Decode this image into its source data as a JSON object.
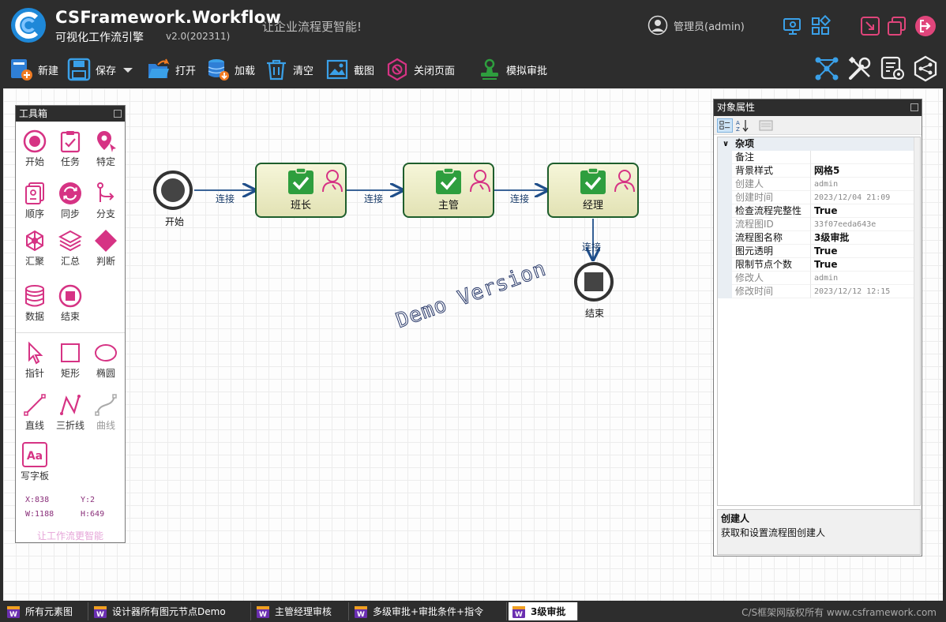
{
  "app": {
    "title": "CSFramework.Workflow",
    "subtitle": "可视化工作流引擎",
    "version": "v2.0(202311)",
    "slogan": "让企业流程更智能!",
    "user": "管理员(admin)"
  },
  "header_icons": [
    "network-settings-icon",
    "apps-grid-icon",
    "exit-fullscreen-icon",
    "window-restore-icon",
    "logout-icon"
  ],
  "toolbar": {
    "new": "新建",
    "save": "保存",
    "open": "打开",
    "load": "加载",
    "clear": "清空",
    "screenshot": "截图",
    "close_page": "关闭页面",
    "simulate": "模拟审批"
  },
  "right_tools": [
    "workflow-network-icon",
    "tools-icon",
    "form-settings-icon",
    "hexagon-network-icon"
  ],
  "toolbox": {
    "title": "工具箱",
    "items": {
      "start": "开始",
      "task": "任务",
      "specific": "特定",
      "sequence": "顺序",
      "sync": "同步",
      "branch": "分支",
      "merge": "汇聚",
      "summary": "汇总",
      "decision": "判断",
      "data": "数据",
      "end": "结束",
      "pointer": "指针",
      "rect": "矩形",
      "ellipse": "椭圆",
      "line": "直线",
      "polyline": "三折线",
      "curve": "曲线",
      "textpad": "写字板"
    },
    "coords": {
      "x": "X:838",
      "y": "Y:2",
      "w": "W:1188",
      "h": "H:649"
    },
    "slogan": "让工作流更智能"
  },
  "flow": {
    "start_label": "开始",
    "end_label": "结束",
    "nodes": [
      "班长",
      "主管",
      "经理"
    ],
    "edge_label": "连接",
    "watermark": "Demo Version"
  },
  "properties": {
    "title": "对象属性",
    "category": "杂项",
    "rows": [
      {
        "name": "备注",
        "value": "",
        "ro": false,
        "bold": false
      },
      {
        "name": "背景样式",
        "value": "网格5",
        "ro": false,
        "bold": true
      },
      {
        "name": "创建人",
        "value": "admin",
        "ro": true,
        "bold": false
      },
      {
        "name": "创建时间",
        "value": "2023/12/04 21:09",
        "ro": true,
        "bold": false
      },
      {
        "name": "检查流程完整性",
        "value": "True",
        "ro": false,
        "bold": true
      },
      {
        "name": "流程图ID",
        "value": "33f07eeda643e",
        "ro": true,
        "bold": false
      },
      {
        "name": "流程图名称",
        "value": "3级审批",
        "ro": false,
        "bold": true
      },
      {
        "name": "图元透明",
        "value": "True",
        "ro": false,
        "bold": true
      },
      {
        "name": "限制节点个数",
        "value": "True",
        "ro": false,
        "bold": true
      },
      {
        "name": "修改人",
        "value": "admin",
        "ro": true,
        "bold": false
      },
      {
        "name": "修改时间",
        "value": "2023/12/12 12:15",
        "ro": true,
        "bold": false
      }
    ],
    "desc_title": "创建人",
    "desc_text": "获取和设置流程图创建人"
  },
  "tabs": [
    "所有元素图",
    "设计器所有图元节点Demo",
    "主管经理审核",
    "多级审批+审批条件+指令",
    "3级审批"
  ],
  "copyright": "C/S框架网版权所有 www.csframework.com",
  "colors": {
    "accent": "#d63384",
    "node_border": "#1e5e2c",
    "edge": "#1f4e8a",
    "check_green": "#2e9e3e"
  }
}
